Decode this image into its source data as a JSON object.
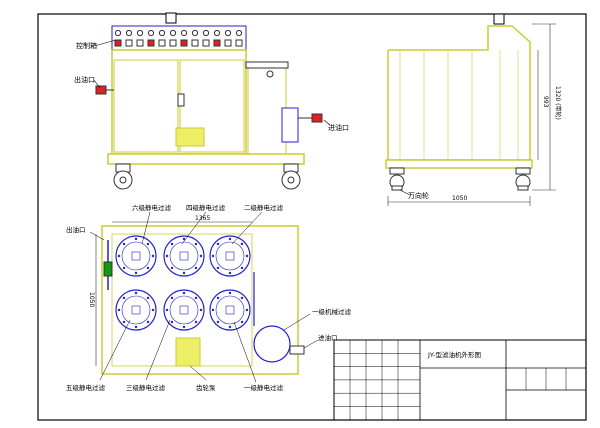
{
  "labels": {
    "control_box": "控制箱",
    "outlet": "出油口",
    "inlet": "进油口",
    "caster": "万向轮",
    "outlet_plan": "出油口",
    "inlet_plan": "进油口",
    "stage6": "六级静电过滤",
    "stage4": "四级静电过滤",
    "stage2": "二级静电过滤",
    "stage1_mech": "一级机械过滤",
    "stage5": "五级静电过滤",
    "stage3": "三级静电过滤",
    "pump": "齿轮泵",
    "stage1": "一级静电过滤"
  },
  "dims": {
    "height_inner": "993",
    "height_outer": "1320 (带轮)",
    "depth": "1050",
    "width_top": "1365",
    "width_side": "1050"
  },
  "title_block": {
    "drawing_title": "JY-型滤油机外形图"
  },
  "colors": {
    "frame": "#000000",
    "line": "#2222cc",
    "body": "#cccc33",
    "red": "#dd2222",
    "green": "#119911",
    "dim": "#333333"
  }
}
